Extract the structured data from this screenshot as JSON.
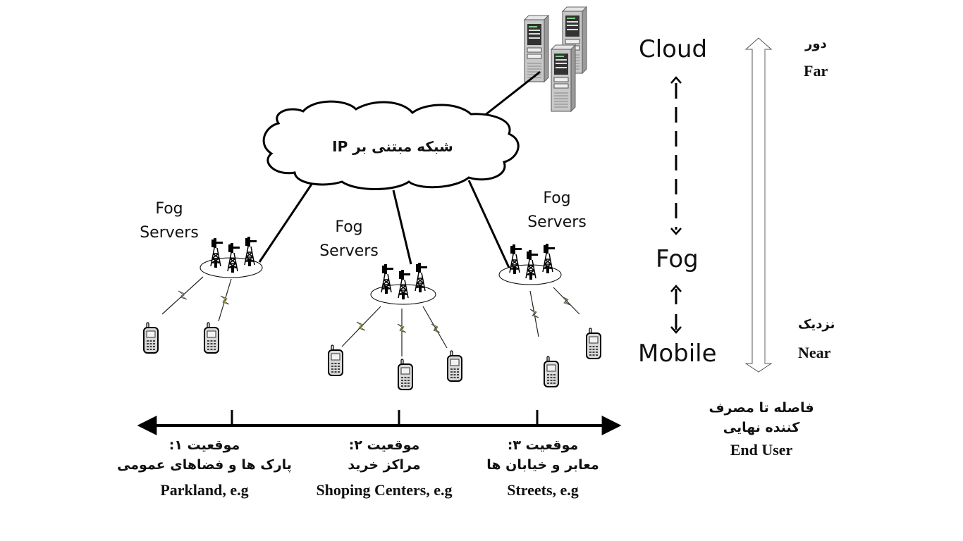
{
  "cloud": {
    "label": "شبکه مبتنی بر IP"
  },
  "servers": {
    "icon": "data-center-servers-icon",
    "count": 3
  },
  "fog_sites": [
    {
      "title_line1": "Fog",
      "title_line2": "Servers",
      "towers": 3,
      "phones": 2
    },
    {
      "title_line1": "Fog",
      "title_line2": "Servers",
      "towers": 3,
      "phones": 3
    },
    {
      "title_line1": "Fog",
      "title_line2": "Servers",
      "towers": 3,
      "phones": 2
    }
  ],
  "locations": [
    {
      "fa_title": "موقعیت ۱:",
      "fa_desc": "پارک ها و فضاهای عمومی",
      "en": "Parkland, e.g"
    },
    {
      "fa_title": "موقعیت ۲:",
      "fa_desc": "مراکز خرید",
      "en": "Shoping Centers, e.g"
    },
    {
      "fa_title": "موقعیت ۳:",
      "fa_desc": "معابر و خیابان ها",
      "en": "Streets, e.g"
    }
  ],
  "tiers": {
    "cloud": "Cloud",
    "fog": "Fog",
    "mobile": "Mobile"
  },
  "distance": {
    "far_fa": "دور",
    "far_en": "Far",
    "near_fa": "نزدیک",
    "near_en": "Near",
    "caption_fa_line1": "فاصله تا مصرف",
    "caption_fa_line2": "کننده نهایی",
    "caption_en": "End User"
  },
  "colors": {
    "lightning": "#f2ef30",
    "line": "#000000",
    "server_body": "#c8c8c8",
    "phone_body": "#d9d9d9"
  }
}
